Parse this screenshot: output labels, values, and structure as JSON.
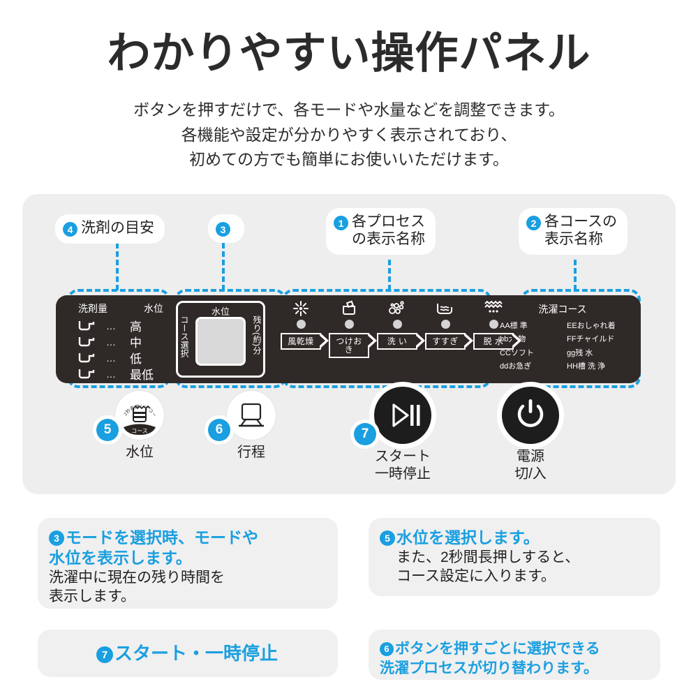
{
  "header": {
    "title": "わかりやすい操作パネル",
    "subtitle_lines": [
      "ボタンを押すだけで、各モードや水量などを調整できます。",
      "各機能や設定が分かりやすく表示されており、",
      "初めての方でも簡単にお使いいただけます。"
    ]
  },
  "colors": {
    "accent_blue": "#1a9fe0",
    "panel_dark": "#2f2a27",
    "card_gray": "#eeeeee",
    "box_gray": "#f0f0f0",
    "text_dark": "#231f20"
  },
  "callouts": [
    {
      "num": "4",
      "text": "洗剤の目安"
    },
    {
      "num": "3",
      "text": ""
    },
    {
      "num": "1",
      "text": "各プロセス\nの表示名称"
    },
    {
      "num": "2",
      "text": "各コースの\n表示名称"
    }
  ],
  "panel": {
    "detergent": {
      "header_left": "洗剤量",
      "header_right": "水位",
      "dots": "…",
      "rows": [
        {
          "icon": "detergent-cup-icon",
          "level": "高"
        },
        {
          "icon": "detergent-cup-icon",
          "level": "中"
        },
        {
          "icon": "detergent-cup-icon",
          "level": "低"
        },
        {
          "icon": "detergent-cup-icon",
          "level": "最低"
        }
      ]
    },
    "display": {
      "top_label": "水位",
      "left_label": "コース選択",
      "right_label": "残り(約)分",
      "screen_value": ""
    },
    "steps": [
      {
        "icon": "air-dry-icon",
        "label": "風乾燥"
      },
      {
        "icon": "soak-icon",
        "label": "つけおき"
      },
      {
        "icon": "wash-bubbles-icon",
        "label": "洗 い"
      },
      {
        "icon": "rinse-icon",
        "label": "すすぎ"
      },
      {
        "icon": "spin-dry-icon",
        "label": "脱 水"
      }
    ],
    "courses": {
      "title": "洗濯コース",
      "rows": [
        {
          "left": "AA標 準",
          "right": "EEおしゃれ着"
        },
        {
          "left": "bb大 物",
          "right": "FFチャイルド"
        },
        {
          "left": "CCソフト",
          "right": "gg残  水"
        },
        {
          "left": "ddお急ぎ",
          "right": "HH槽 洗 浄"
        }
      ]
    }
  },
  "buttons": [
    {
      "num": "5",
      "icon": "water-level-icon",
      "arc_text": "2秒長押しでコース選択",
      "banner_label": "コース",
      "caption": "水位"
    },
    {
      "num": "6",
      "icon": "washing-machine-icon",
      "caption": "行程"
    },
    {
      "num": "7",
      "icon": "play-pause-icon",
      "caption": "スタート\n一時停止"
    },
    {
      "num": "",
      "icon": "power-icon",
      "caption": "電源\n切/入"
    }
  ],
  "descriptions": [
    {
      "num": "3",
      "head": "モードを選択時、モードや\n水位を表示します。",
      "body": "洗濯中に現在の残り時間を\n表示します。"
    },
    {
      "num": "5",
      "head": "水位を選択します。",
      "body": "また、2秒間長押しすると、\nコース設定に入ります。"
    },
    {
      "num": "7",
      "head": "スタート・一時停止",
      "body": ""
    },
    {
      "num": "6",
      "head": "ボタンを押すごとに選択できる\n洗濯プロセスが切り替わります。",
      "body": ""
    }
  ]
}
